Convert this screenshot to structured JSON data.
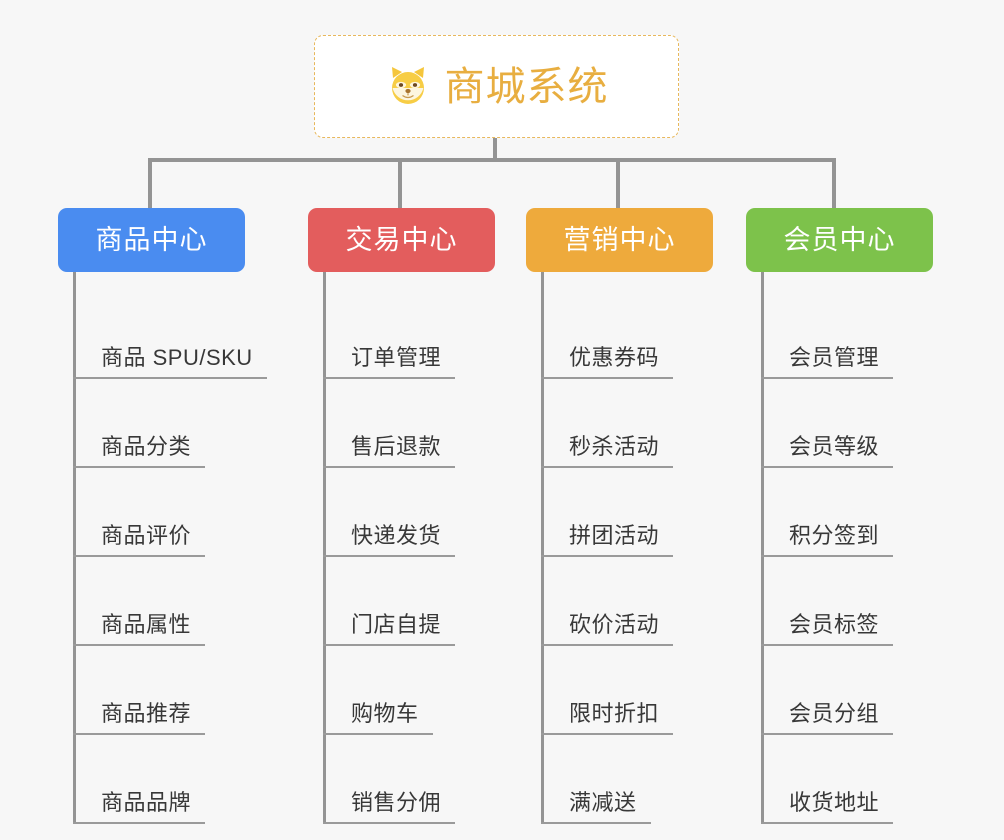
{
  "diagram": {
    "title": "商城系统",
    "type": "mindmap-org-chart",
    "background_color": "#f7f7f7",
    "connector_color": "#949494"
  },
  "root": {
    "label": "商城系统",
    "icon": "shiba-dog-emoji",
    "icon_glyph": "🐕",
    "text_color": "#e8ae40",
    "border_color": "#e8b85c",
    "border_style": "dashed",
    "background": "#ffffff"
  },
  "branches": [
    {
      "label": "商品中心",
      "color": "#4a8cf0",
      "text_color": "#ffffff",
      "items": [
        {
          "label": "商品 SPU/SKU"
        },
        {
          "label": "商品分类"
        },
        {
          "label": "商品评价"
        },
        {
          "label": "商品属性"
        },
        {
          "label": "商品推荐"
        },
        {
          "label": "商品品牌"
        }
      ]
    },
    {
      "label": "交易中心",
      "color": "#e35d5d",
      "text_color": "#ffffff",
      "items": [
        {
          "label": "订单管理"
        },
        {
          "label": "售后退款"
        },
        {
          "label": "快递发货"
        },
        {
          "label": "门店自提"
        },
        {
          "label": "购物车"
        },
        {
          "label": "销售分佣"
        }
      ]
    },
    {
      "label": "营销中心",
      "color": "#eeaa3c",
      "text_color": "#ffffff",
      "items": [
        {
          "label": "优惠券码"
        },
        {
          "label": "秒杀活动"
        },
        {
          "label": "拼团活动"
        },
        {
          "label": "砍价活动"
        },
        {
          "label": "限时折扣"
        },
        {
          "label": "满减送"
        }
      ]
    },
    {
      "label": "会员中心",
      "color": "#7dc24b",
      "text_color": "#ffffff",
      "items": [
        {
          "label": "会员管理"
        },
        {
          "label": "会员等级"
        },
        {
          "label": "积分签到"
        },
        {
          "label": "会员标签"
        },
        {
          "label": "会员分组"
        },
        {
          "label": "收货地址"
        }
      ]
    }
  ]
}
